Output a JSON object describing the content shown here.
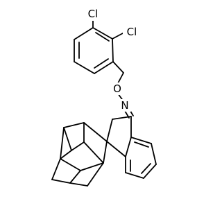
{
  "molecule": {
    "atoms": {
      "cl_top": "Cl",
      "cl_right": "Cl",
      "oxygen": "O",
      "nitrogen": "N"
    }
  },
  "colors": {
    "background": "#ffffff",
    "bond": "#000000",
    "text": "#000000"
  }
}
